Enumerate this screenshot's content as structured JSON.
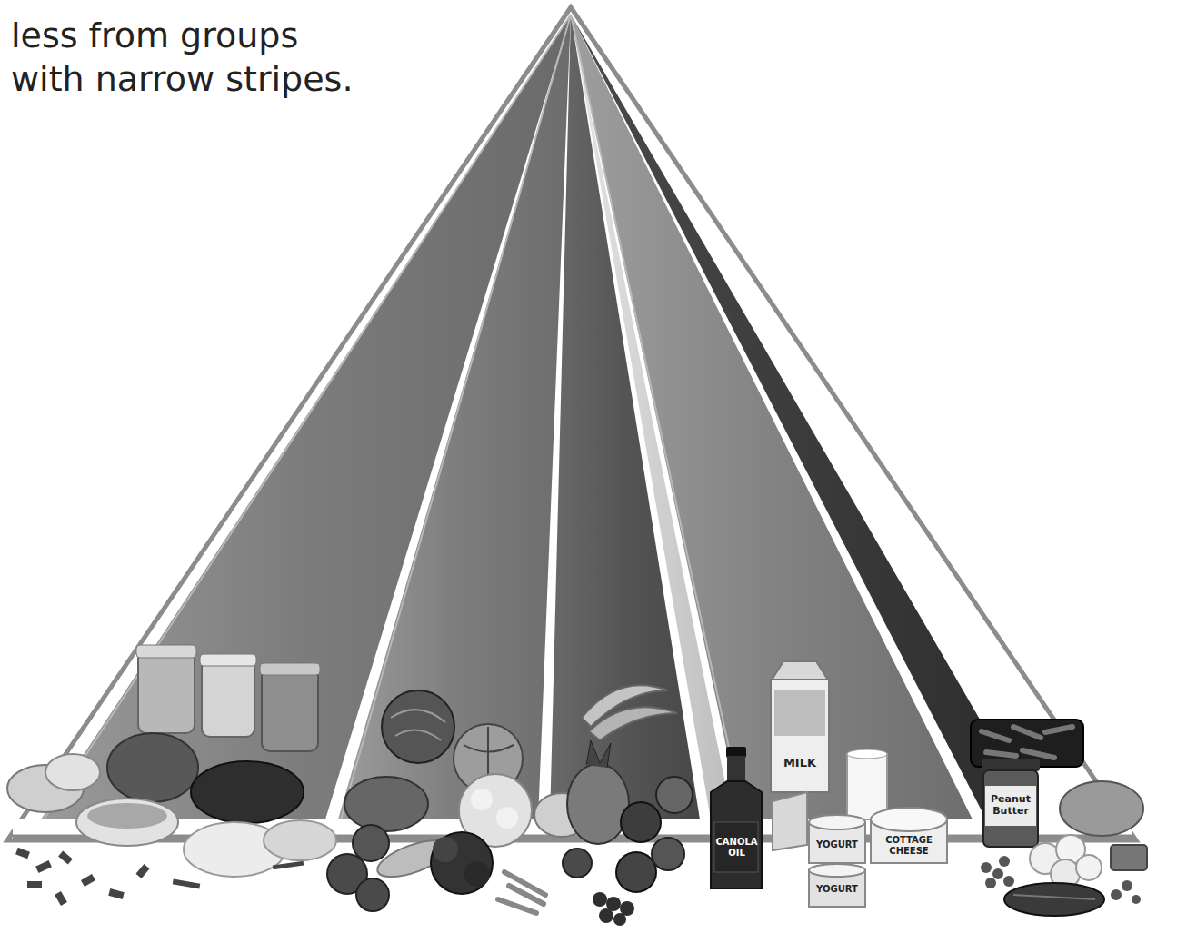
{
  "diagram": {
    "labels": [
      "less from groups with narrow stripes.",
      "CANOLA OIL",
      "MILK",
      "YOGURT",
      "YOGURT",
      "COTTAGE CHEESE",
      "Peanut Butter"
    ]
  }
}
